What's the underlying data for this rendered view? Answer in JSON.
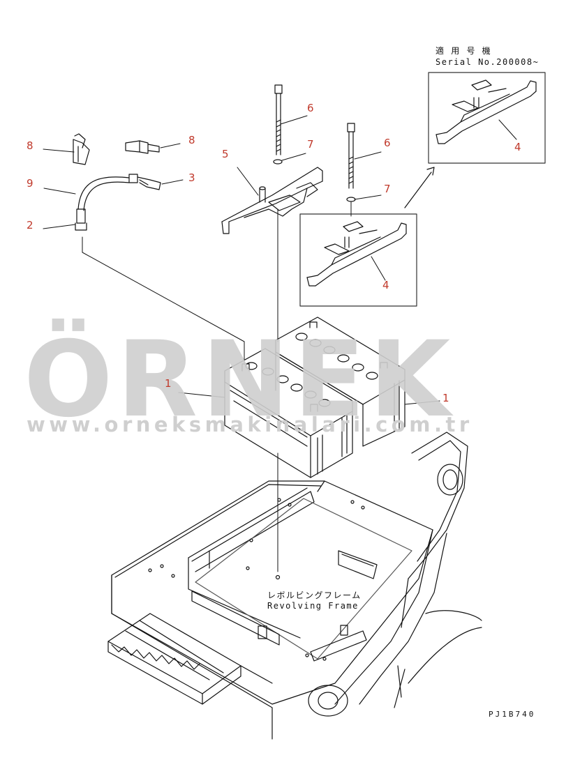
{
  "colors": {
    "line": "#111111",
    "callout": "#c0392b",
    "watermark": "#cfcfcf",
    "watermark_accent": "#f0d86a"
  },
  "callouts": {
    "c1a": "1",
    "c1b": "1",
    "c2": "2",
    "c3": "3",
    "c4a": "4",
    "c4b": "4",
    "c5": "5",
    "c6a": "6",
    "c6b": "6",
    "c7a": "7",
    "c7b": "7",
    "c8a": "8",
    "c8b": "8",
    "c9": "9"
  },
  "notes": {
    "serial_jp": "適 用 号 機",
    "serial_en": "Serial No.200008~",
    "frame_jp": "レボルビングフレーム",
    "frame_en": "Revolving Frame",
    "drawing_code": "PJ1B740"
  },
  "watermark": {
    "brand": "ÖRNEK",
    "url": "www.orneksmakinalari.com.tr"
  }
}
